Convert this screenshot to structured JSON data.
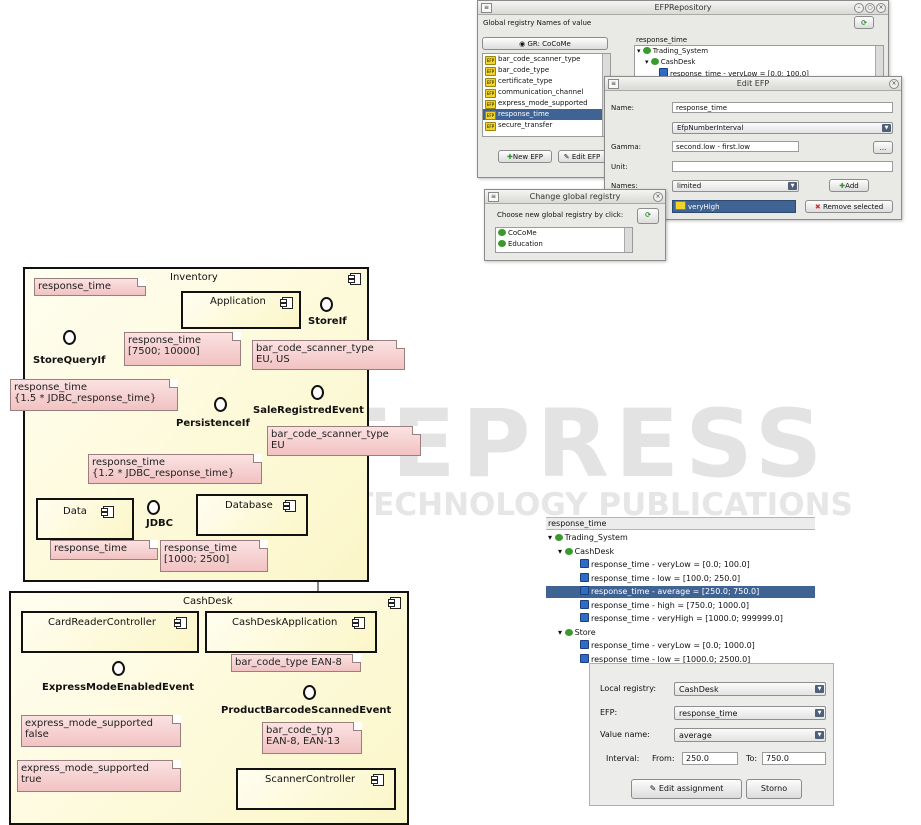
{
  "watermark": {
    "line1": "SCITEPRESS",
    "line2": "SCIENCE AND TECHNOLOGY PUBLICATIONS"
  },
  "efp_repository": {
    "title": "EFPRepository",
    "header_label": "Global registry  Names of value",
    "gr_button": "GR: CoCoMe",
    "efp_list": [
      "bar_code_scanner_type",
      "bar_code_type",
      "certificate_type",
      "communication_channel",
      "express_mode_supported",
      "response_time",
      "secure_transfer"
    ],
    "efp_badge": "EFP",
    "selected_efp_index": 5,
    "tree_header": "response_time",
    "tree_items": [
      "Trading_System",
      "CashDesk",
      "response_time - veryLow = [0.0; 100.0]"
    ],
    "new_efp_label": "New EFP",
    "edit_efp_label": "Edit EFP"
  },
  "edit_efp": {
    "title": "Edit EFP",
    "name_label": "Name:",
    "name_value": "response_time",
    "type_value": "EfpNumberInterval",
    "gamma_label": "Gamma:",
    "gamma_value": "second.low - first.low",
    "gamma_button": "...",
    "unit_label": "Unit:",
    "unit_value": "",
    "names_label": "Names:",
    "names_value": "limited",
    "add_label": "Add",
    "names_selected": "veryHigh",
    "remove_label": "Remove selected"
  },
  "change_registry": {
    "title": "Change global registry",
    "prompt": "Choose new global registry by click:",
    "items": [
      "CoCoMe",
      "Education"
    ]
  },
  "uml": {
    "inventory": {
      "title": "Inventory",
      "application": "Application",
      "data": "Data",
      "database": "Database",
      "interfaces": {
        "store_if": "StoreIf",
        "store_query_if": "StoreQueryIf",
        "persistence_if": "PersistenceIf",
        "sale_registred_event": "SaleRegistredEvent",
        "jdbc": "JDBC"
      },
      "notes": {
        "n1": "response_time",
        "n2": "response_time\n[7500; 10000]",
        "n3": "bar_code_scanner_type\nEU, US",
        "n4": "response_time\n{1.5 * JDBC_response_time}",
        "n5": "bar_code_scanner_type\nEU",
        "n6": "response_time\n{1.2 * JDBC_response_time}",
        "n7": "response_time",
        "n8": "response_time\n[1000; 2500]"
      }
    },
    "cashdesk": {
      "title": "CashDesk",
      "card_reader": "CardReaderController",
      "application": "CashDeskApplication",
      "scanner": "ScannerController",
      "interfaces": {
        "express_mode": "ExpressModeEnabledEvent",
        "product_barcode": "ProductBarcodeScannedEvent"
      },
      "notes": {
        "n1": "bar_code_type EAN-8",
        "n2": "express_mode_supported\nfalse",
        "n3": "bar_code_typ\nEAN-8, EAN-13",
        "n4": "express_mode_supported\ntrue"
      }
    }
  },
  "assignment_panel": {
    "header": "response_time",
    "tree": [
      {
        "label": "Trading_System",
        "icon": "green"
      },
      {
        "label": "CashDesk",
        "icon": "green"
      },
      {
        "label": "response_time - veryLow = [0.0; 100.0]",
        "icon": "blue"
      },
      {
        "label": "response_time - low = [100.0; 250.0]",
        "icon": "blue"
      },
      {
        "label": "response_time - average = [250.0; 750.0]",
        "icon": "blue",
        "selected": true
      },
      {
        "label": "response_time - high = [750.0; 1000.0]",
        "icon": "blue"
      },
      {
        "label": "response_time - veryHigh = [1000.0; 999999.0]",
        "icon": "blue"
      },
      {
        "label": "Store",
        "icon": "green"
      },
      {
        "label": "response_time - veryLow = [0.0; 1000.0]",
        "icon": "blue"
      },
      {
        "label": "response_time - low = [1000.0; 2500.0]",
        "icon": "blue"
      }
    ],
    "local_registry_label": "Local registry:",
    "local_registry_value": "CashDesk",
    "efp_label": "EFP:",
    "efp_value": "response_time",
    "value_name_label": "Value name:",
    "value_name_value": "average",
    "interval_label": "Interval:",
    "from_label": "From:",
    "from_value": "250.0",
    "to_label": "To:",
    "to_value": "750.0",
    "edit_button": "Edit assignment",
    "storno_button": "Storno"
  }
}
